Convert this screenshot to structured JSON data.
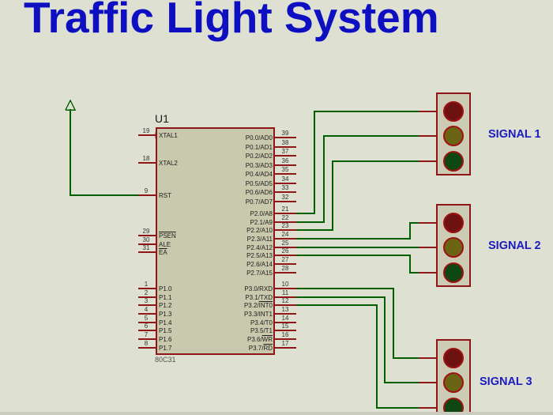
{
  "title": "Traffic Light System",
  "colors": {
    "background": "#dee0d2",
    "component_fill": "#c9c9ad",
    "component_outline": "#8e1616",
    "wire_green": "#005f00",
    "title_blue": "#0f0fc2",
    "signal_label_blue": "#1b1bc0",
    "light_red_off": "#6e1111",
    "light_yellow_off": "#6b6414",
    "light_green_off": "#0f4712"
  },
  "ic": {
    "ref": "U1",
    "part": "80C31",
    "left_pins": [
      {
        "num": "19",
        "label": "XTAL1",
        "clock": true
      },
      {
        "num": "18",
        "label": "XTAL2"
      },
      {
        "num": "9",
        "label": "RST"
      },
      {
        "num": "29",
        "label": "",
        "bar": "PSEN"
      },
      {
        "num": "30",
        "label": "ALE"
      },
      {
        "num": "31",
        "label": "",
        "bar": "EA"
      },
      {
        "num": "1",
        "label": "P1.0"
      },
      {
        "num": "2",
        "label": "P1.1"
      },
      {
        "num": "3",
        "label": "P1.2"
      },
      {
        "num": "4",
        "label": "P1.3"
      },
      {
        "num": "5",
        "label": "P1.4"
      },
      {
        "num": "6",
        "label": "P1.5"
      },
      {
        "num": "7",
        "label": "P1.6"
      },
      {
        "num": "8",
        "label": "P1.7"
      }
    ],
    "right_pins": [
      {
        "num": "39",
        "label": "P0.0/AD0"
      },
      {
        "num": "38",
        "label": "P0.1/AD1"
      },
      {
        "num": "37",
        "label": "P0.2/AD2"
      },
      {
        "num": "36",
        "label": "P0.3/AD3"
      },
      {
        "num": "35",
        "label": "P0.4/AD4"
      },
      {
        "num": "34",
        "label": "P0.5/AD5"
      },
      {
        "num": "33",
        "label": "P0.6/AD6"
      },
      {
        "num": "32",
        "label": "P0.7/AD7"
      },
      {
        "num": "21",
        "label": "P2.0/A8"
      },
      {
        "num": "22",
        "label": "P2.1/A9"
      },
      {
        "num": "23",
        "label": "P2.2/A10"
      },
      {
        "num": "24",
        "label": "P2.3/A11"
      },
      {
        "num": "25",
        "label": "P2.4/A12"
      },
      {
        "num": "26",
        "label": "P2.5/A13"
      },
      {
        "num": "27",
        "label": "P2.6/A14"
      },
      {
        "num": "28",
        "label": "P2.7/A15"
      },
      {
        "num": "10",
        "label": "P3.0/RXD"
      },
      {
        "num": "11",
        "label": "P3.1/TXD"
      },
      {
        "num": "12",
        "label": "P3.2/",
        "bar": "INT0"
      },
      {
        "num": "13",
        "label": "P3.3/INT1"
      },
      {
        "num": "14",
        "label": "P3.4/T0"
      },
      {
        "num": "15",
        "label": "P3.5/T1"
      },
      {
        "num": "16",
        "label": "P3.6/",
        "bar": "WR"
      },
      {
        "num": "17",
        "label": "P3.7/",
        "bar": "RD"
      }
    ]
  },
  "signals": [
    {
      "id": "signal-1",
      "label": "SIGNAL 1",
      "lights": [
        "red",
        "yellow",
        "green"
      ]
    },
    {
      "id": "signal-2",
      "label": "SIGNAL 2",
      "lights": [
        "red",
        "yellow",
        "green"
      ]
    },
    {
      "id": "signal-3",
      "label": "SIGNAL 3",
      "lights": [
        "red",
        "yellow",
        "green"
      ]
    }
  ],
  "power_terminal": {
    "type": "power-arrow",
    "connected_to": "U1.RST"
  },
  "connections": [
    {
      "id": "rst-power",
      "from": "POWER",
      "to": "U1.RST(9)"
    },
    {
      "id": "s1-red",
      "from": "U1.P2.0/A8(21)",
      "to": "SIGNAL 1 red"
    },
    {
      "id": "s1-yellow",
      "from": "U1.P2.1/A9(22)",
      "to": "SIGNAL 1 yellow"
    },
    {
      "id": "s1-green",
      "from": "U1.P2.2/A10(23)",
      "to": "SIGNAL 1 green"
    },
    {
      "id": "s2-red",
      "from": "U1.P2.3/A11(24)",
      "to": "SIGNAL 2 red"
    },
    {
      "id": "s2-yellow",
      "from": "U1.P2.4/A12(25)",
      "to": "SIGNAL 2 yellow"
    },
    {
      "id": "s2-green",
      "from": "U1.P2.5/A13(26)",
      "to": "SIGNAL 2 green"
    },
    {
      "id": "s3-red",
      "from": "U1.P3.0/RXD(10)",
      "to": "SIGNAL 3 red"
    },
    {
      "id": "s3-yellow",
      "from": "U1.P3.1/TXD(11)",
      "to": "SIGNAL 3 yellow"
    },
    {
      "id": "s3-green",
      "from": "U1.P3.2/INT0(12)",
      "to": "SIGNAL 3 green"
    }
  ]
}
